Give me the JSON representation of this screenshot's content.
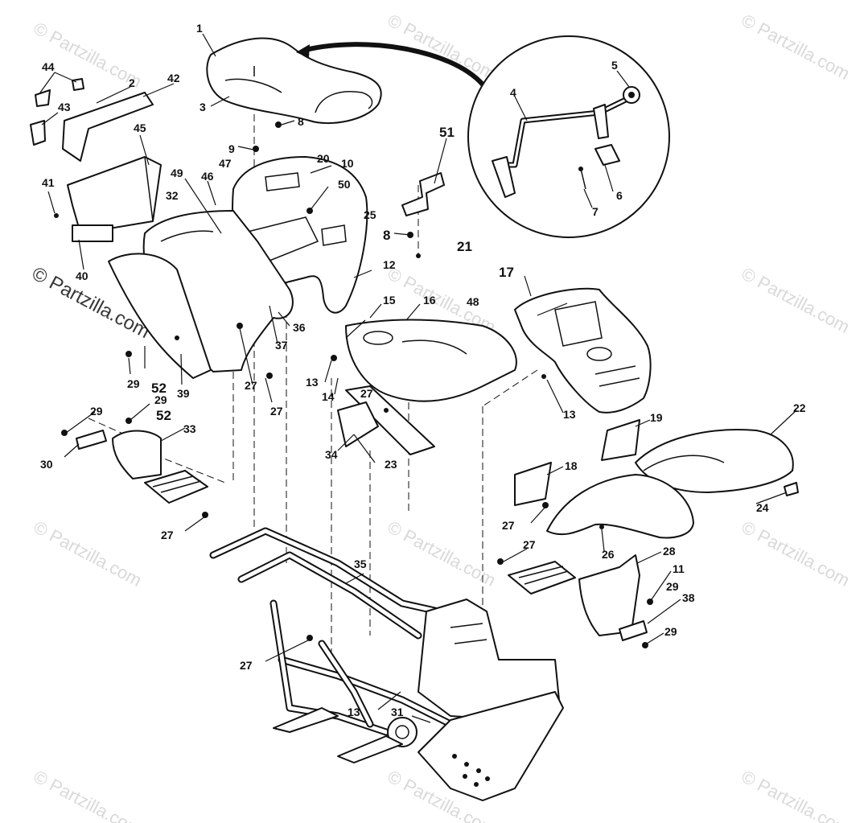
{
  "watermark": {
    "text": "© Partzilla.com",
    "color": "#c9c9c9",
    "strong_color": "#222222"
  },
  "callouts": {
    "c1": "1",
    "c2": "2",
    "c3": "3",
    "c4": "4",
    "c5": "5",
    "c6": "6",
    "c7": "7",
    "c8a": "8",
    "c8b": "8",
    "c9": "9",
    "c10": "10",
    "c11": "11",
    "c12": "12",
    "c13a": "13",
    "c13b": "13",
    "c13c": "13",
    "c14": "14",
    "c15": "15",
    "c16": "16",
    "c17": "17",
    "c18": "18",
    "c19": "19",
    "c20": "20",
    "c21": "21",
    "c22": "22",
    "c23": "23",
    "c24": "24",
    "c25": "25",
    "c26": "26",
    "c27a": "27",
    "c27b": "27",
    "c27c": "27",
    "c27d": "27",
    "c27e": "27",
    "c27f": "27",
    "c27g": "27",
    "c28": "28",
    "c29a": "29",
    "c29b": "29",
    "c29c": "29",
    "c29d": "29",
    "c29e": "29",
    "c30": "30",
    "c31": "31",
    "c32": "32",
    "c33": "33",
    "c34": "34",
    "c35": "35",
    "c36": "36",
    "c37": "37",
    "c38": "38",
    "c39": "39",
    "c40": "40",
    "c41": "41",
    "c42": "42",
    "c43": "43",
    "c44": "44",
    "c45": "45",
    "c46": "46",
    "c47": "47",
    "c48": "48",
    "c49": "49",
    "c50": "50",
    "c51": "51",
    "c52a": "52",
    "c52b": "52"
  }
}
